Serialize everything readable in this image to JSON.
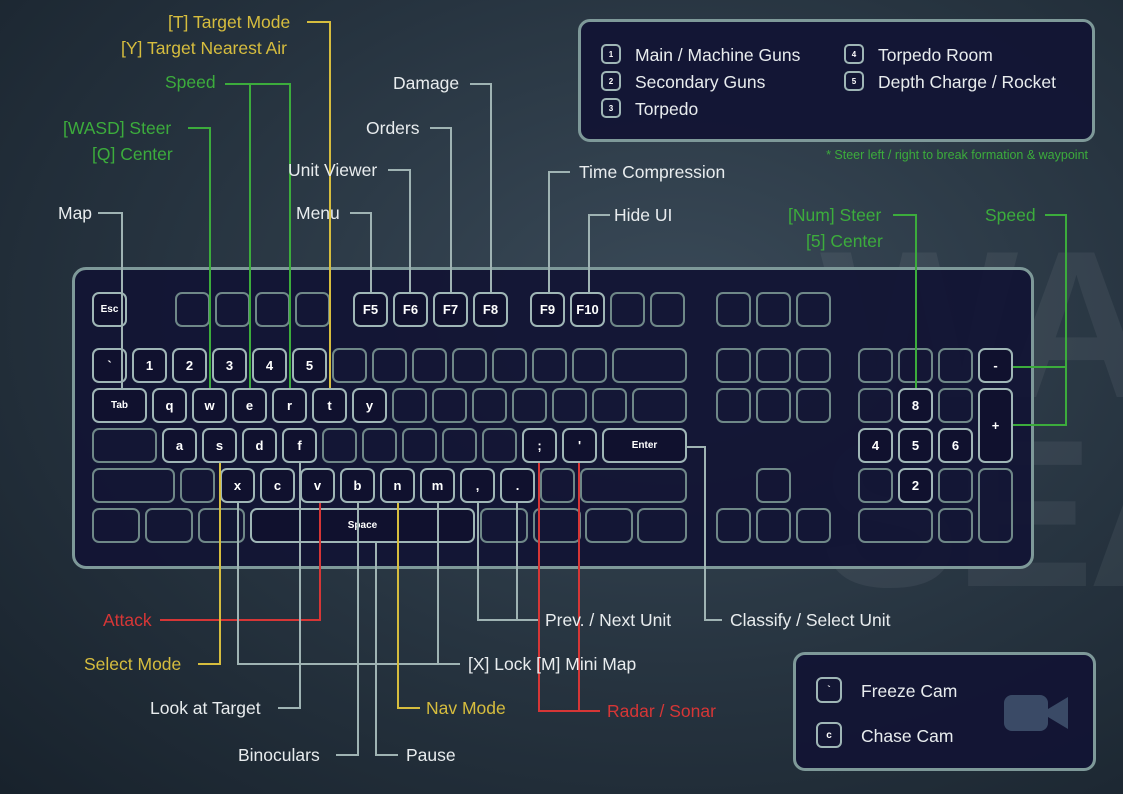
{
  "keyboard": {
    "keys": {
      "esc": "Esc",
      "f5": "F5",
      "f6": "F6",
      "f7": "F7",
      "f8": "F8",
      "f9": "F9",
      "f10": "F10",
      "backtick": "`",
      "1": "1",
      "2": "2",
      "3": "3",
      "4": "4",
      "5": "5",
      "tab": "Tab",
      "q": "q",
      "w": "w",
      "e": "e",
      "r": "r",
      "t": "t",
      "y": "y",
      "a": "a",
      "s": "s",
      "d": "d",
      "f": "f",
      "semicolon": ";",
      "quote": "'",
      "enter": "Enter",
      "x": "x",
      "c": "c",
      "v": "v",
      "b": "b",
      "n": "n",
      "m": "m",
      "comma": ",",
      "period": ".",
      "space": "Space",
      "num_minus": "-",
      "num_8": "8",
      "num_plus": "+",
      "num_4": "4",
      "num_5": "5",
      "num_6": "6",
      "num_2": "2"
    }
  },
  "labels": {
    "target_mode": "[T] Target Mode",
    "target_nearest_air": "[Y] Target Nearest Air",
    "speed_left": "Speed",
    "wasd_steer": "[WASD] Steer",
    "q_center": "[Q] Center",
    "map": "Map",
    "unit_viewer": "Unit Viewer",
    "menu": "Menu",
    "damage": "Damage",
    "orders": "Orders",
    "time_compression": "Time Compression",
    "hide_ui": "Hide UI",
    "num_steer": "[Num] Steer",
    "num_center": "[5] Center",
    "speed_right": "Speed",
    "attack": "Attack",
    "select_mode": "Select Mode",
    "look_at_target": "Look at Target",
    "binoculars": "Binoculars",
    "pause": "Pause",
    "nav_mode": "Nav Mode",
    "lock_minimap": "[X] Lock [M] Mini Map",
    "prev_next_unit": "Prev. / Next Unit",
    "radar_sonar": "Radar / Sonar",
    "classify_select": "Classify / Select Unit"
  },
  "weapons_legend": {
    "items": [
      {
        "key": "1",
        "label": "Main / Machine Guns"
      },
      {
        "key": "2",
        "label": "Secondary Guns"
      },
      {
        "key": "3",
        "label": "Torpedo"
      },
      {
        "key": "4",
        "label": "Torpedo Room"
      },
      {
        "key": "5",
        "label": "Depth Charge / Rocket"
      }
    ],
    "note": "* Steer left / right to break formation & waypoint"
  },
  "camera_legend": {
    "items": [
      {
        "key": "`",
        "label": "Freeze Cam"
      },
      {
        "key": "c",
        "label": "Chase Cam"
      }
    ]
  },
  "watermark": "WAR ON THE SEA",
  "colors": {
    "line": "#9fb3b3",
    "green": "#3cac3c",
    "yellow": "#d6bd3e",
    "red": "#d63636",
    "panel": "#12143a"
  }
}
